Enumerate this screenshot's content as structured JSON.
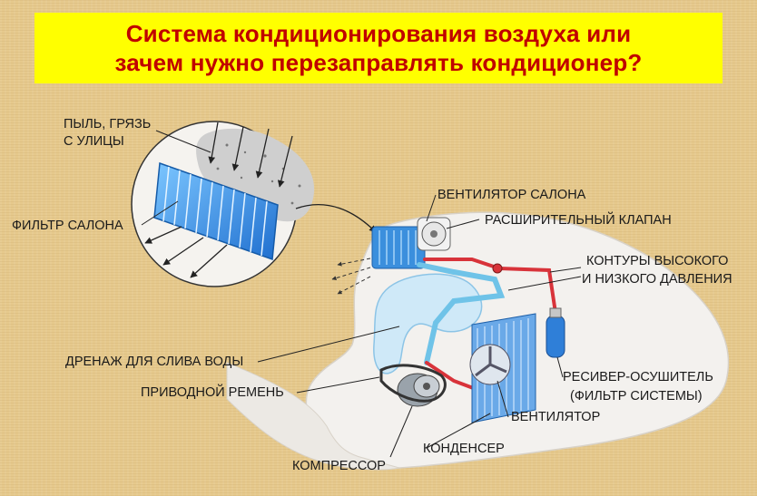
{
  "title": {
    "line1": "Система кондиционирования воздуха или",
    "line2": "зачем нужно перезаправлять кондиционер?"
  },
  "labels": {
    "dust_line1": "ПЫЛЬ, ГРЯЗЬ",
    "dust_line2": "С УЛИЦЫ",
    "cabin_filter": "ФИЛЬТР САЛОНА",
    "cabin_fan": "ВЕНТИЛЯТОР САЛОНА",
    "expansion_valve": "РАСШИРИТЕЛЬНЫЙ КЛАПАН",
    "circuits_line1": "КОНТУРЫ ВЫСОКОГО",
    "circuits_line2": "И НИЗКОГО ДАВЛЕНИЯ",
    "drain": "ДРЕНАЖ ДЛЯ СЛИВА ВОДЫ",
    "drive_belt": "ПРИВОДНОЙ РЕМЕНЬ",
    "receiver_line1": "РЕСИВЕР-ОСУШИТЕЛЬ",
    "receiver_line2": "(ФИЛЬТР СИСТЕМЫ)",
    "fan": "ВЕНТИЛЯТОР",
    "condenser": "КОНДЕНСЕР",
    "compressor": "КОМПРЕССОР"
  },
  "colors": {
    "title_text": "#c00000",
    "title_bg": "#ffff00",
    "background": "#e6c98c",
    "filter_blue": "#2f8fe0",
    "high_pressure": "#d8333a",
    "low_pressure": "#6fc3e8"
  }
}
